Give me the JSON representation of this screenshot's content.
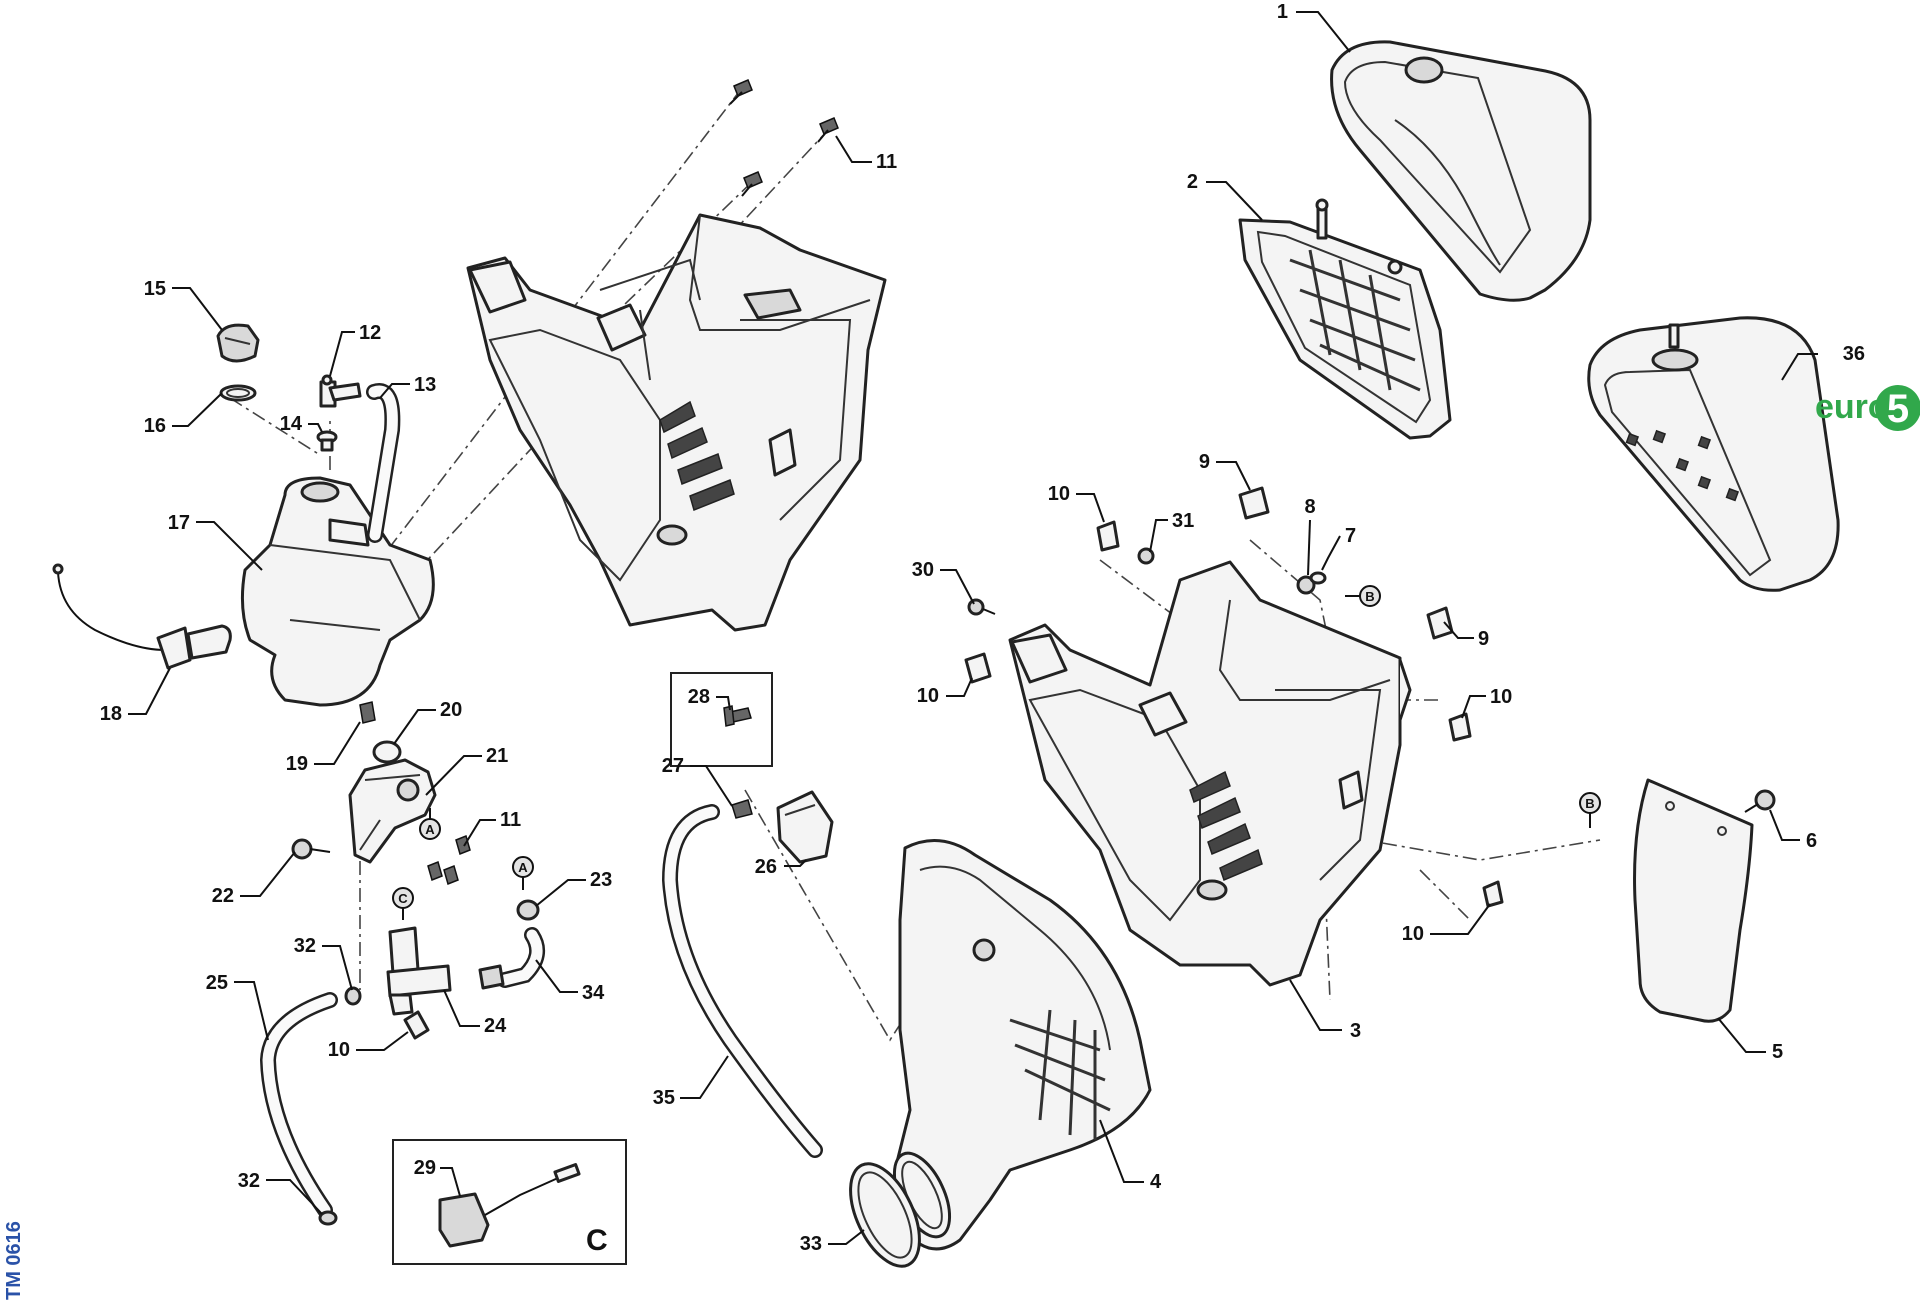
{
  "diagram": {
    "callouts": [
      "1",
      "2",
      "36",
      "3",
      "4",
      "5",
      "6",
      "7",
      "8",
      "9",
      "9",
      "10",
      "10",
      "10",
      "10",
      "10",
      "11",
      "11",
      "12",
      "13",
      "14",
      "15",
      "16",
      "17",
      "18",
      "19",
      "20",
      "21",
      "22",
      "23",
      "24",
      "25",
      "26",
      "27",
      "28",
      "29",
      "30",
      "31",
      "32",
      "32",
      "33",
      "34",
      "35"
    ],
    "reference_letters": {
      "A": "A",
      "B": "B",
      "C": "C"
    },
    "detail_box_letter": "C",
    "badge": {
      "text": "euro",
      "number": "5",
      "color": "#31a84b"
    },
    "side_code": "TM 0616",
    "side_code_color": "#2a52a8"
  }
}
